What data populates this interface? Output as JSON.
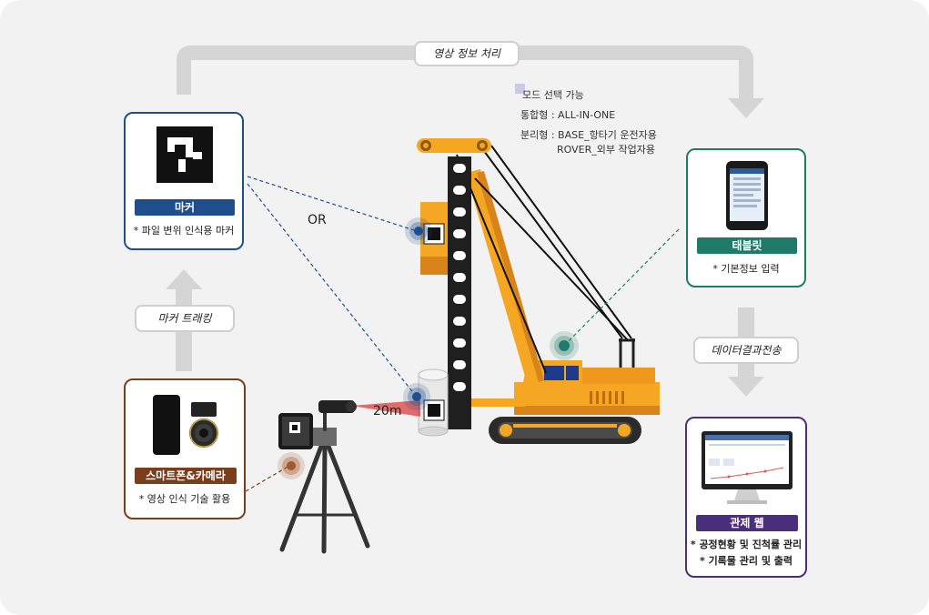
{
  "flow": {
    "top_label": "영상 정보 처리",
    "left_label": "마커 트래킹",
    "right_label": "데이터결과전송"
  },
  "mode_notes": {
    "line1": "모드 선택 가능",
    "line2": "통합형 : ALL-IN-ONE",
    "line3": "분리형 : BASE_항타기 운전자용",
    "line4": "ROVER_외부 작업자용"
  },
  "labels": {
    "or": "OR",
    "distance": "20m"
  },
  "cards": {
    "marker": {
      "badge": "마커",
      "desc": "* 파일 변위 인식용 마커",
      "color": "#1e4f8c"
    },
    "device": {
      "badge": "스마트폰&카메라",
      "desc": "* 영상 인식 기술 활용",
      "color": "#7a3e1d"
    },
    "tablet": {
      "badge": "태블릿",
      "desc": "* 기본정보 입력",
      "color": "#1f7a68"
    },
    "web": {
      "badge": "관제 웹",
      "desc1": "* 공정현황 및 진척률 관리",
      "desc2": "* 기록물 관리 및 출력",
      "color": "#4b2f7a"
    }
  }
}
